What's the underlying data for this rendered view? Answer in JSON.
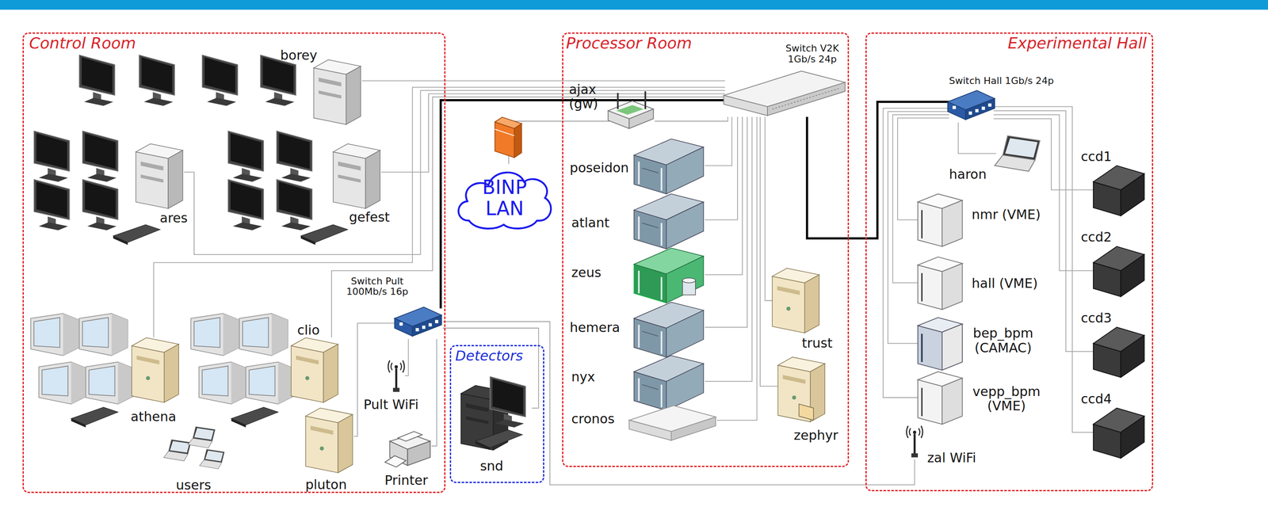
{
  "diagram": {
    "nodes": [
      {
        "text": [
          "Control Room"
        ]
      },
      {
        "text": [
          "borey"
        ],
        "in": 0
      },
      {
        "text": [
          "ares"
        ],
        "in": 0
      },
      {
        "text": [
          "gefest"
        ],
        "in": 0
      },
      {
        "text": [
          "athena"
        ],
        "in": 0
      },
      {
        "text": [
          "clio"
        ],
        "in": 0
      },
      {
        "text": [
          "Switch Pult 100Mb/s 16p"
        ],
        "in": 0
      },
      {
        "text": [
          "users"
        ],
        "in": 0
      },
      {
        "text": [
          "pluton"
        ],
        "in": 0
      },
      {
        "text": [
          "Pult WiFi"
        ],
        "in": 0
      },
      {
        "text": [
          "Printer"
        ],
        "in": 0
      },
      {
        "text": [
          "Detectors"
        ]
      },
      {
        "text": [
          "snd"
        ],
        "in": 11
      },
      {
        "text": [
          "BINP LAN"
        ]
      },
      {
        "text": [
          "Processor Room"
        ]
      },
      {
        "text": [
          "ajax (gw)"
        ],
        "in": 14
      },
      {
        "text": [
          "Switch V2K 1Gb/s 24p"
        ],
        "in": 14
      },
      {
        "text": [
          "poseidon"
        ],
        "in": 14
      },
      {
        "text": [
          "atlant"
        ],
        "in": 14
      },
      {
        "text": [
          "zeus"
        ],
        "in": 14
      },
      {
        "text": [
          "hemera"
        ],
        "in": 14
      },
      {
        "text": [
          "nyx"
        ],
        "in": 14
      },
      {
        "text": [
          "cronos"
        ],
        "in": 14
      },
      {
        "text": [
          "trust"
        ],
        "in": 14
      },
      {
        "text": [
          "zephyr"
        ],
        "in": 14
      },
      {
        "text": [
          "Experimental Hall"
        ]
      },
      {
        "text": [
          "Switch Hall 1Gb/s 24p"
        ],
        "in": 25
      },
      {
        "text": [
          "haron"
        ],
        "in": 25
      },
      {
        "text": [
          "nmr (VME)"
        ],
        "in": 25
      },
      {
        "text": [
          "hall (VME)"
        ],
        "in": 25
      },
      {
        "text": [
          "bep_bpm (CAMAC)"
        ],
        "in": 25
      },
      {
        "text": [
          "vepp_bpm (VME)"
        ],
        "in": 25
      },
      {
        "text": [
          "zal WiFi"
        ],
        "in": 25
      },
      {
        "text": [
          "ccd1"
        ],
        "in": 25
      },
      {
        "text": [
          "ccd2"
        ],
        "in": 25
      },
      {
        "text": [
          "ccd3"
        ],
        "in": 25
      },
      {
        "text": [
          "ccd4"
        ],
        "in": 25
      }
    ],
    "edges": [
      {
        "from": 16,
        "to": 1,
        "arrow": "none"
      },
      {
        "from": 16,
        "to": 2,
        "arrow": "none"
      },
      {
        "from": 16,
        "to": 3,
        "arrow": "none"
      },
      {
        "from": 16,
        "to": 4,
        "arrow": "none"
      },
      {
        "from": 16,
        "to": 5,
        "arrow": "none"
      },
      {
        "from": 16,
        "to": 6,
        "arrow": "none"
      },
      {
        "from": 16,
        "to": 15,
        "arrow": "none"
      },
      {
        "from": 15,
        "to": 13,
        "arrow": "none"
      },
      {
        "from": 16,
        "to": 17,
        "arrow": "none"
      },
      {
        "from": 16,
        "to": 18,
        "arrow": "none"
      },
      {
        "from": 16,
        "to": 19,
        "arrow": "none"
      },
      {
        "from": 16,
        "to": 20,
        "arrow": "none"
      },
      {
        "from": 16,
        "to": 21,
        "arrow": "none"
      },
      {
        "from": 16,
        "to": 22,
        "arrow": "none"
      },
      {
        "from": 16,
        "to": 23,
        "arrow": "none"
      },
      {
        "from": 16,
        "to": 24,
        "arrow": "none"
      },
      {
        "from": 16,
        "to": 26,
        "arrow": "none"
      },
      {
        "from": 6,
        "to": 8,
        "arrow": "none"
      },
      {
        "from": 6,
        "to": 9,
        "arrow": "none"
      },
      {
        "from": 6,
        "to": 10,
        "arrow": "none"
      },
      {
        "from": 6,
        "to": 12,
        "arrow": "none"
      },
      {
        "from": 6,
        "to": 32,
        "arrow": "none"
      },
      {
        "from": 26,
        "to": 27,
        "arrow": "none"
      },
      {
        "from": 26,
        "to": 28,
        "arrow": "none"
      },
      {
        "from": 26,
        "to": 29,
        "arrow": "none"
      },
      {
        "from": 26,
        "to": 30,
        "arrow": "none"
      },
      {
        "from": 26,
        "to": 31,
        "arrow": "none"
      },
      {
        "from": 26,
        "to": 33,
        "arrow": "none"
      },
      {
        "from": 26,
        "to": 34,
        "arrow": "none"
      },
      {
        "from": 26,
        "to": 35,
        "arrow": "none"
      },
      {
        "from": 26,
        "to": 36,
        "arrow": "none"
      }
    ]
  }
}
